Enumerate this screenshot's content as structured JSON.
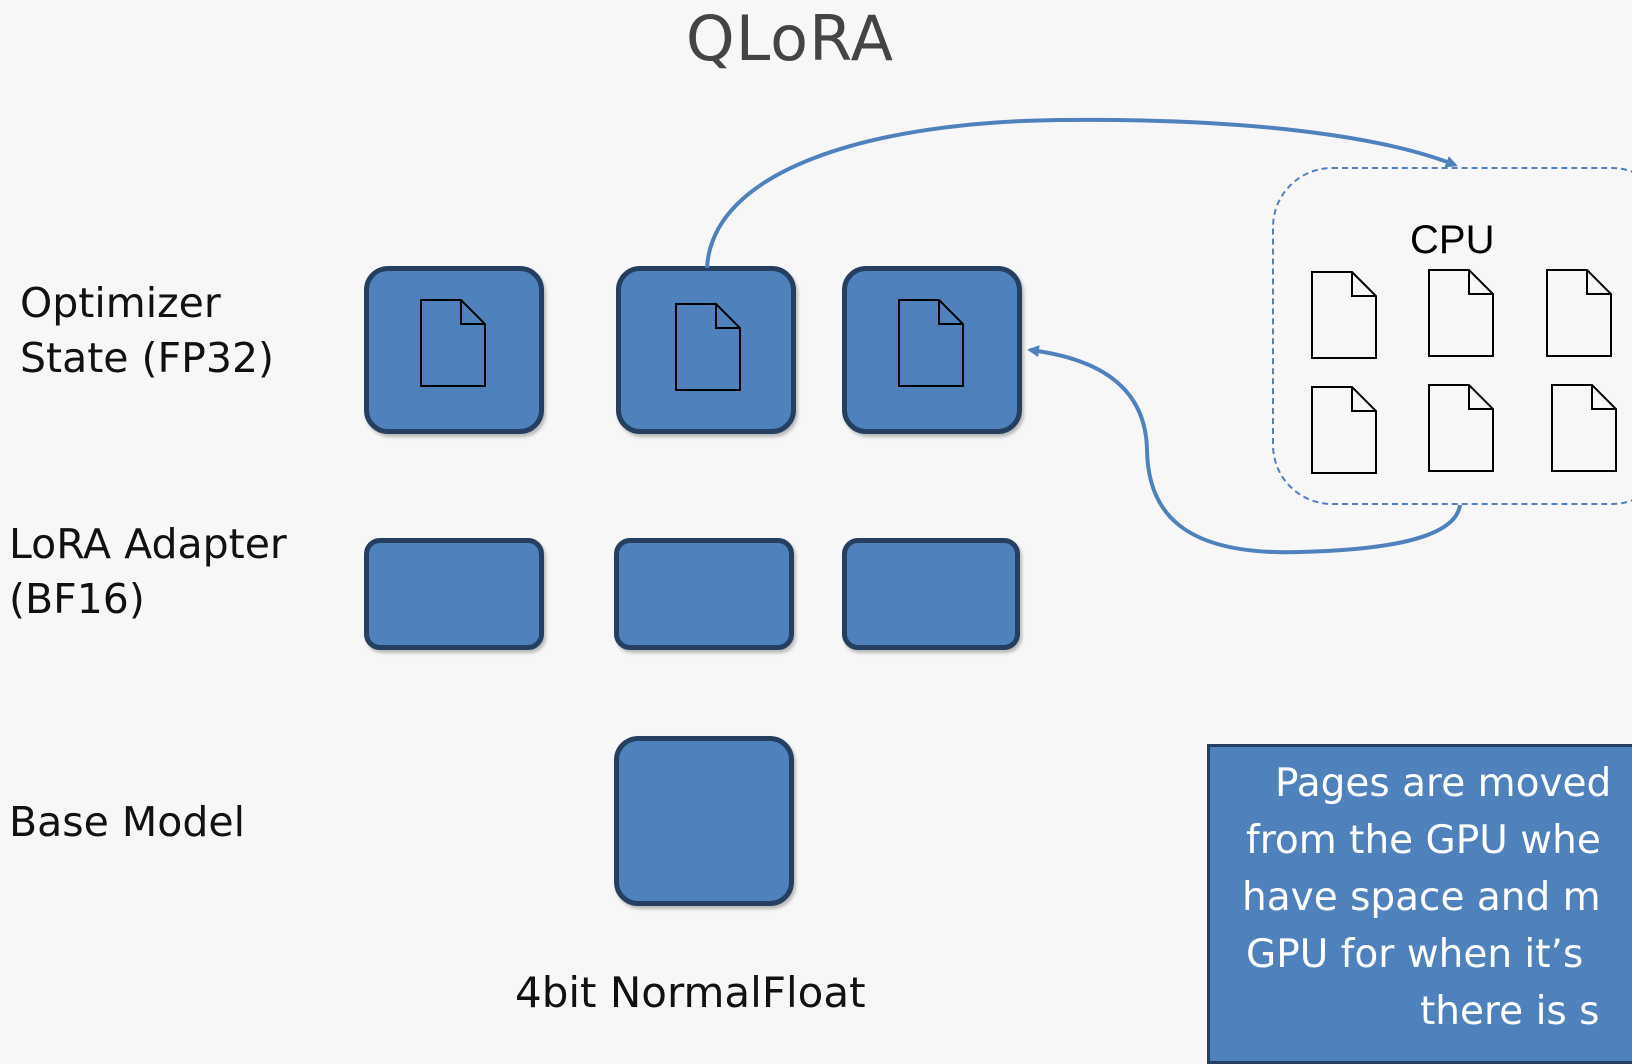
{
  "title": "QLoRA",
  "rows": {
    "optimizer": [
      "Optimizer",
      "State (FP32)"
    ],
    "adapter": [
      "LoRA Adapter",
      "(BF16)"
    ],
    "base": [
      "Base Model"
    ]
  },
  "cpu": {
    "label": "CPU"
  },
  "note": {
    "lines": [
      "Pages are moved",
      "from the GPU whe",
      "have space and m",
      "GPU for when it’s",
      "there is s"
    ]
  },
  "bottom_label": "4bit NormalFloat",
  "colors": {
    "block_fill": "#4f81bd",
    "block_border": "#243f60",
    "arrow": "#4f81bd",
    "title": "#444444"
  },
  "icons": {
    "page": "document-page-icon"
  }
}
